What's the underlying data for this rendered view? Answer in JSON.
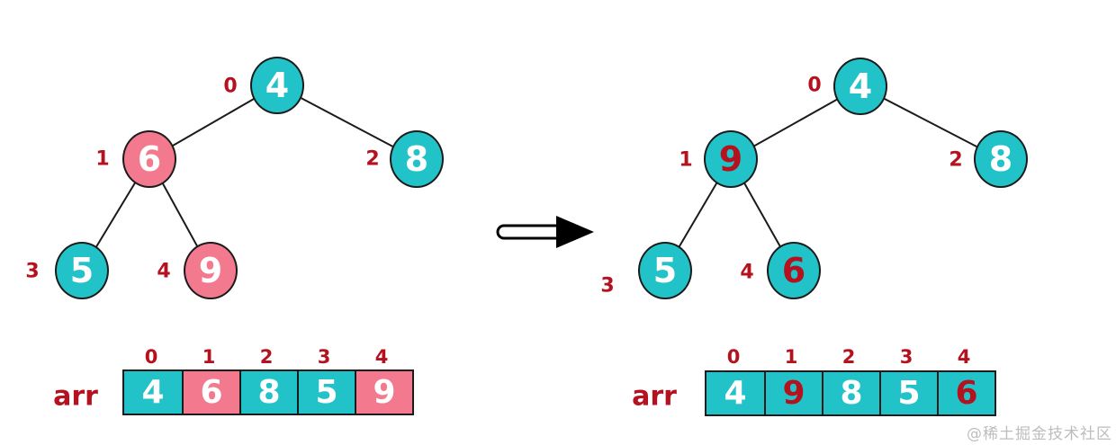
{
  "colors": {
    "node_teal": "#22C3C8",
    "node_pink": "#F2798E",
    "index_red": "#B5121F",
    "edge_black": "#1b1b1b",
    "value_white": "#ffffff",
    "watermark_gray": "#bdbdbd"
  },
  "left": {
    "tree": {
      "nodes": [
        {
          "index": "0",
          "value": "4",
          "variant": "teal",
          "text": "white"
        },
        {
          "index": "1",
          "value": "6",
          "variant": "pink",
          "text": "white"
        },
        {
          "index": "2",
          "value": "8",
          "variant": "teal",
          "text": "white"
        },
        {
          "index": "3",
          "value": "5",
          "variant": "teal",
          "text": "white"
        },
        {
          "index": "4",
          "value": "9",
          "variant": "pink",
          "text": "white"
        }
      ]
    },
    "array": {
      "label": "arr",
      "indices": [
        "0",
        "1",
        "2",
        "3",
        "4"
      ],
      "cells": [
        {
          "value": "4",
          "variant": "teal",
          "text": "white"
        },
        {
          "value": "6",
          "variant": "pink",
          "text": "white"
        },
        {
          "value": "8",
          "variant": "teal",
          "text": "white"
        },
        {
          "value": "5",
          "variant": "teal",
          "text": "white"
        },
        {
          "value": "9",
          "variant": "pink",
          "text": "white"
        }
      ]
    }
  },
  "right": {
    "tree": {
      "nodes": [
        {
          "index": "0",
          "value": "4",
          "variant": "teal",
          "text": "white"
        },
        {
          "index": "1",
          "value": "9",
          "variant": "teal",
          "text": "red"
        },
        {
          "index": "2",
          "value": "8",
          "variant": "teal",
          "text": "white"
        },
        {
          "index": "3",
          "value": "5",
          "variant": "teal",
          "text": "white"
        },
        {
          "index": "4",
          "value": "6",
          "variant": "teal",
          "text": "red"
        }
      ]
    },
    "array": {
      "label": "arr",
      "indices": [
        "0",
        "1",
        "2",
        "3",
        "4"
      ],
      "cells": [
        {
          "value": "4",
          "variant": "teal",
          "text": "white"
        },
        {
          "value": "9",
          "variant": "teal",
          "text": "red"
        },
        {
          "value": "8",
          "variant": "teal",
          "text": "white"
        },
        {
          "value": "5",
          "variant": "teal",
          "text": "white"
        },
        {
          "value": "6",
          "variant": "teal",
          "text": "red"
        }
      ]
    }
  },
  "watermark": {
    "text": "@稀土掘金技术社区"
  }
}
